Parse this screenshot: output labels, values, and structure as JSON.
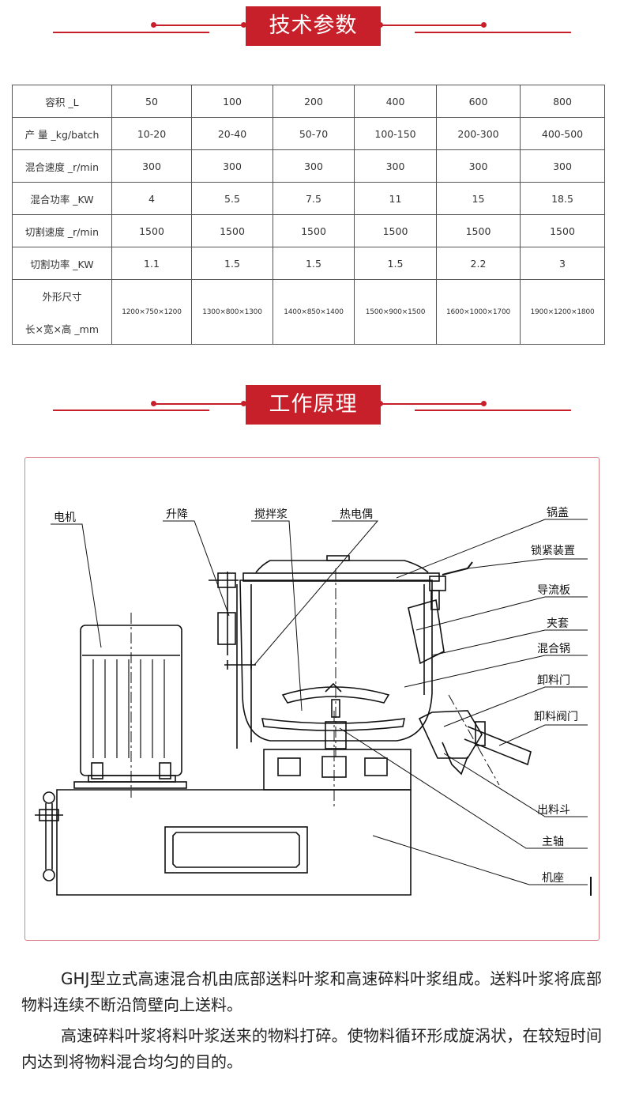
{
  "section1": {
    "title": "技术参数"
  },
  "table": {
    "rows": [
      {
        "label": "容积 _L",
        "values": [
          "50",
          "100",
          "200",
          "400",
          "600",
          "800"
        ]
      },
      {
        "label": "产 量 _kg/batch",
        "values": [
          "10-20",
          "20-40",
          "50-70",
          "100-150",
          "200-300",
          "400-500"
        ]
      },
      {
        "label": "混合速度 _r/min",
        "values": [
          "300",
          "300",
          "300",
          "300",
          "300",
          "300"
        ]
      },
      {
        "label": "混合功率 _KW",
        "values": [
          "4",
          "5.5",
          "7.5",
          "11",
          "15",
          "18.5"
        ]
      },
      {
        "label": "切割速度 _r/min",
        "values": [
          "1500",
          "1500",
          "1500",
          "1500",
          "1500",
          "1500"
        ]
      },
      {
        "label": "切割功率 _KW",
        "values": [
          "1.1",
          "1.5",
          "1.5",
          "1.5",
          "2.2",
          "3"
        ]
      }
    ],
    "dim_row": {
      "label_line1": "外形尺寸",
      "label_line2": "长×宽×高 _mm",
      "values": [
        "1200×750×1200",
        "1300×800×1300",
        "1400×850×1400",
        "1500×900×1500",
        "1600×1000×1700",
        "1900×1200×1800"
      ]
    }
  },
  "section2": {
    "title": "工作原理"
  },
  "diagram": {
    "labels": {
      "motor": "电机",
      "lift": "升降",
      "stir_paddle": "搅拌浆",
      "thermocouple": "热电偶",
      "lid": "锅盖",
      "lock": "锁紧装置",
      "deflector": "导流板",
      "jacket": "夹套",
      "mixing_pot": "混合锅",
      "discharge_door": "卸料门",
      "discharge_valve": "卸料阀门",
      "outlet_hopper": "出料斗",
      "main_shaft": "主轴",
      "base": "机座"
    }
  },
  "description": {
    "p1": "GHJ型立式高速混合机由底部送料叶浆和高速碎料叶浆组成。送料叶浆将底部物料连续不断沿筒壁向上送料。",
    "p2": "高速碎料叶浆将料叶浆送来的物料打碎。使物料循环形成旋涡状，在较短时间内达到将物料混合均匀的目的。"
  }
}
